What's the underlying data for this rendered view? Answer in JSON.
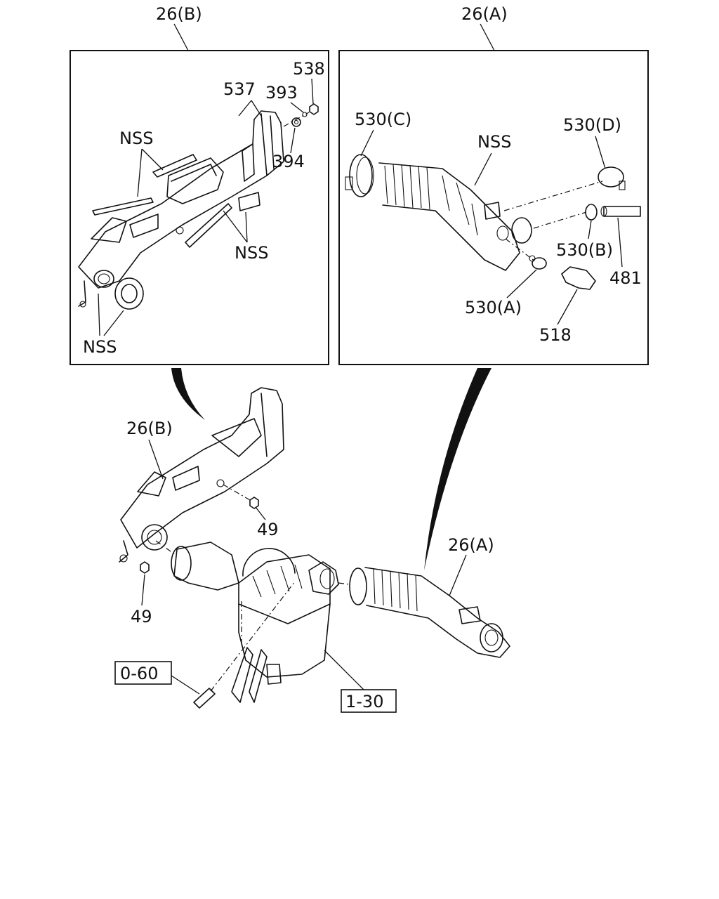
{
  "panels": {
    "left_header": "26(B)",
    "right_header": "26(A)"
  },
  "labels": {
    "l_538": "538",
    "l_537": "537",
    "l_393": "393",
    "l_394": "394",
    "l_nss_a": "NSS",
    "l_nss_b": "NSS",
    "l_nss_c": "NSS",
    "r_530c": "530(C)",
    "r_530d": "530(D)",
    "r_nss": "NSS",
    "r_530b": "530(B)",
    "r_481": "481",
    "r_530a": "530(A)",
    "r_518": "518",
    "m_26b": "26(B)",
    "m_49a": "49",
    "m_49b": "49",
    "m_26a": "26(A)"
  },
  "refs": {
    "ref_060": "0-60",
    "ref_130": "1-30"
  }
}
